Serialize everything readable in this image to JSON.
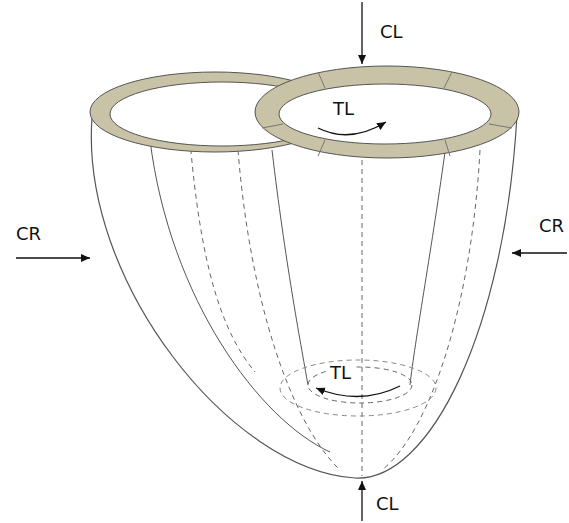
{
  "diagram": {
    "labels": [
      "CL",
      "TL",
      "CR",
      "CR",
      "TL",
      "CL"
    ]
  }
}
